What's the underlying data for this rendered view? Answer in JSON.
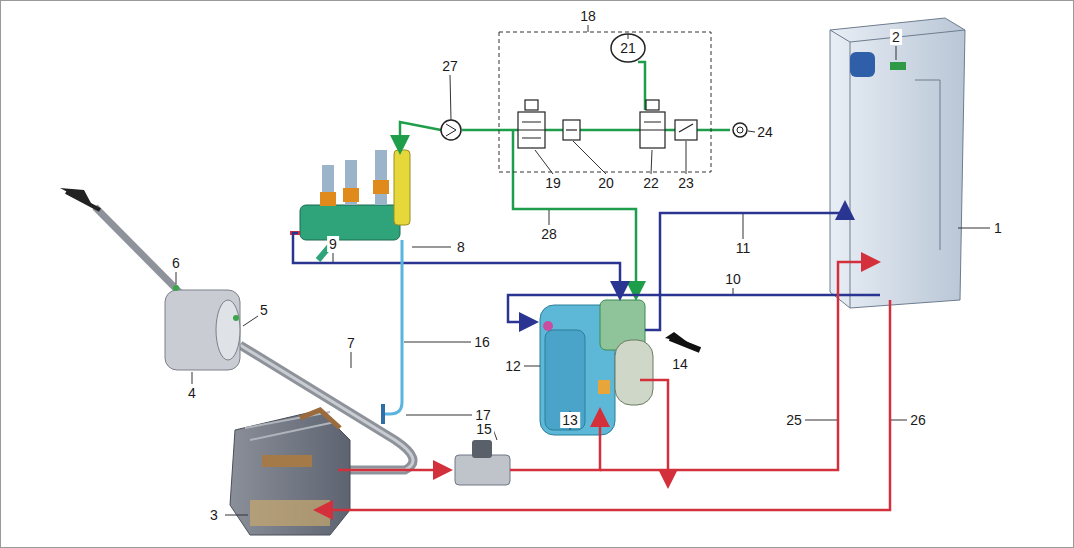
{
  "diagram": {
    "labels": [
      "1",
      "2",
      "3",
      "4",
      "5",
      "6",
      "7",
      "8",
      "9",
      "10",
      "11",
      "12",
      "13",
      "14",
      "15",
      "16",
      "17",
      "18",
      "19",
      "20",
      "21",
      "22",
      "23",
      "24",
      "25",
      "26",
      "27",
      "28"
    ]
  }
}
